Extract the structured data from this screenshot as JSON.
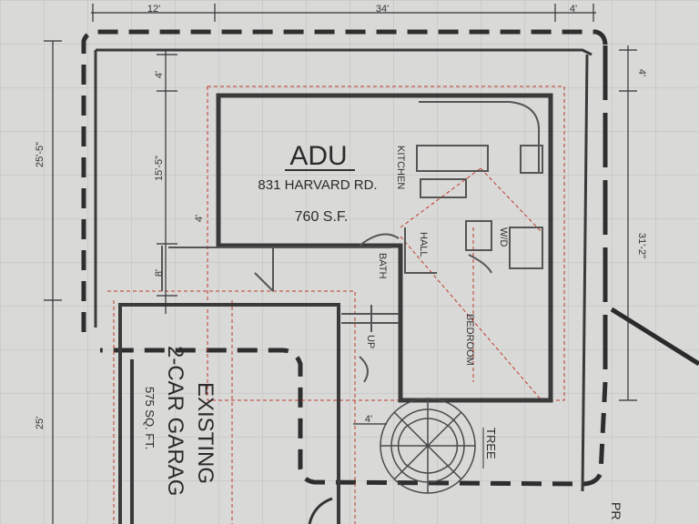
{
  "adu": {
    "title": "ADU",
    "address": "831 HARVARD RD.",
    "area": "760 S.F."
  },
  "garage": {
    "line1": "EXISTING",
    "line2": "2-CAR GARAG",
    "area": "575 SQ. FT."
  },
  "tree_label": "TREE",
  "dimensions": {
    "top_left": "12'",
    "top_middle": "34'",
    "top_right": "4'",
    "left_upper": "25'-5\"",
    "left_lower": "25'",
    "inner_top": "4'",
    "inner_middle": "15'-5\"",
    "inner_small": "4'",
    "inner_bottom": "8'",
    "right_top": "4'",
    "right_middle": "31'-2\"",
    "tree_offset": "4'"
  },
  "room_labels": {
    "kitchen": "KITCHEN",
    "bath": "BATH",
    "hall": "HALL",
    "bedroom": "BEDROOM",
    "wd": "W/D",
    "up": "UP",
    "edge": "PR"
  },
  "colors": {
    "background": "#d9d9d7",
    "wall": "#3a3a3a",
    "setback_red": "#c0392b",
    "grid": "#bdbdbb"
  }
}
